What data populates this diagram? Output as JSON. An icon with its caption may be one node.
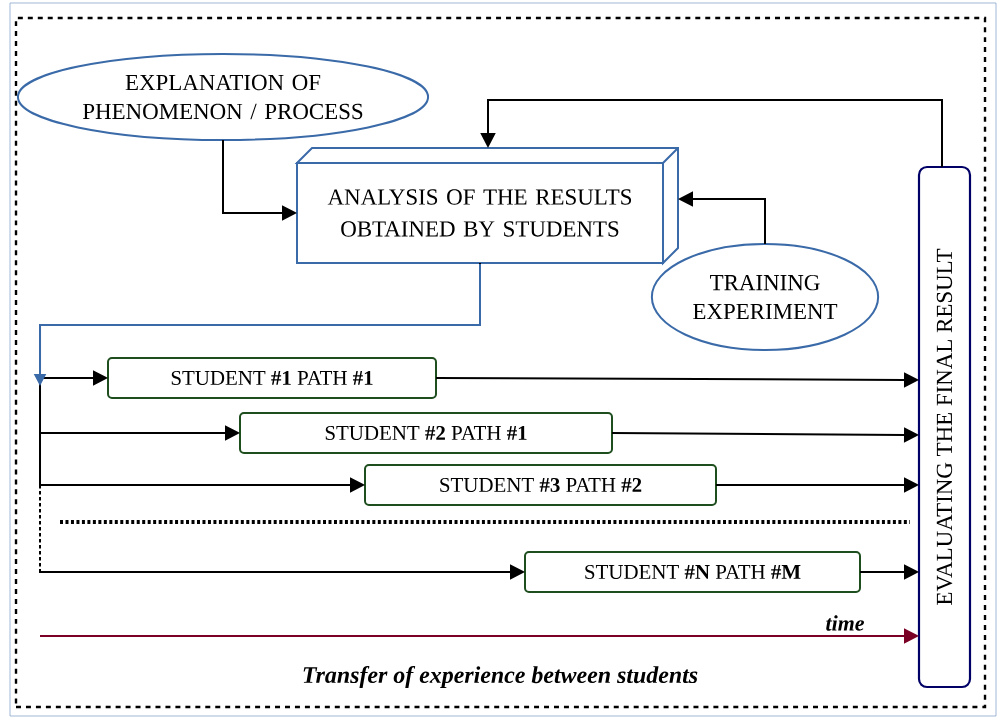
{
  "diagram": {
    "nodes": [
      {
        "text": [
          "Transfer of experience between students"
        ]
      },
      {
        "text": [
          "EXPLANATION OF PHENOMENON / PROCESS"
        ],
        "in": 0
      },
      {
        "text": [
          "ANALYSIS OF THE RESULTS OBTAINED BY STUDENTS"
        ],
        "in": 0
      },
      {
        "text": [
          "TRAINING EXPERIMENT"
        ],
        "in": 0
      },
      {
        "text": [
          "EVALUATING  THE FINAL RESULT"
        ],
        "in": 0
      },
      {
        "text": [
          "STUDENT  **#1**  PATH **#1**"
        ],
        "in": 0
      },
      {
        "text": [
          "STUDENT  **#2**  PATH **#1**"
        ],
        "in": 0
      },
      {
        "text": [
          "STUDENT  **#3**  PATH **#2**"
        ],
        "in": 0
      },
      {
        "text": [
          "STUDENT **#N**  PATH **#M**"
        ],
        "in": 0
      }
    ],
    "edges": [
      {
        "from": 1,
        "to": 2,
        "arrow": "to"
      },
      {
        "from": 3,
        "to": 2,
        "arrow": "to"
      },
      {
        "from": 4,
        "to": 2,
        "arrow": "to"
      },
      {
        "from": 2,
        "to": 5,
        "arrow": "to"
      },
      {
        "from": 2,
        "to": 6,
        "arrow": "to"
      },
      {
        "from": 2,
        "to": 7,
        "arrow": "to"
      },
      {
        "from": 2,
        "to": 8,
        "arrow": "to",
        "style": "dashed"
      },
      {
        "from": 5,
        "to": 4,
        "arrow": "to"
      },
      {
        "from": 6,
        "to": 4,
        "arrow": "to"
      },
      {
        "from": 7,
        "to": 4,
        "arrow": "to"
      },
      {
        "from": 8,
        "to": 4,
        "arrow": "to"
      },
      {
        "from": null,
        "to": 4,
        "arrow": "to",
        "label": "time",
        "color": "#7b0026"
      }
    ]
  }
}
